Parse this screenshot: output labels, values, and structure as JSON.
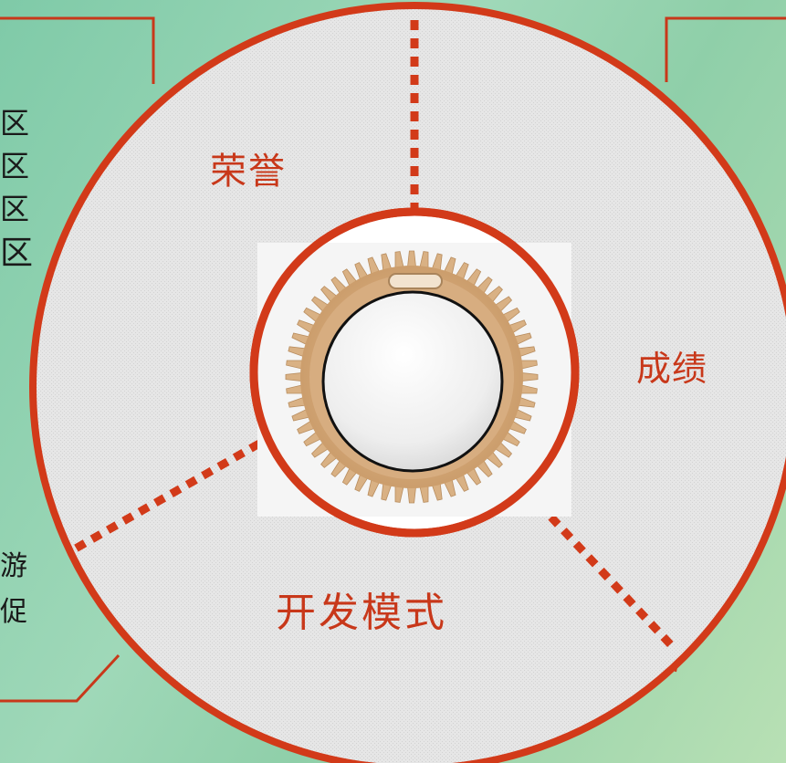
{
  "diagram": {
    "sections": [
      {
        "id": "top",
        "label": "荣誉"
      },
      {
        "id": "right",
        "label": "成绩"
      },
      {
        "id": "bottom",
        "label": "开发模式"
      }
    ],
    "left_edge_text": {
      "lines_top": [
        "区",
        "区",
        "区",
        "区"
      ],
      "lines_bottom": [
        "游",
        "促"
      ]
    }
  },
  "colors": {
    "ring": "#d23a19",
    "disc": "#e4e4e4",
    "gear": "#d9b184",
    "background_start": "#7fcaa8",
    "background_end": "#b8e0b4"
  },
  "icons": {
    "center": "gear-icon",
    "center_button": "circle-button-icon"
  }
}
